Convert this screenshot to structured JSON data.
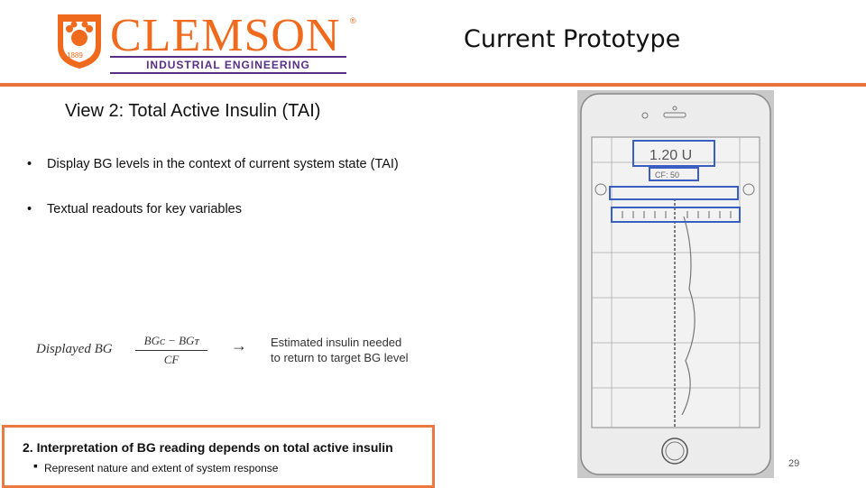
{
  "logo": {
    "wordmark": "CLEMSON",
    "registered": "®",
    "department": "INDUSTRIAL ENGINEERING",
    "year": "1889",
    "colors": {
      "orange": "#F06A1D",
      "purple": "#5A2D86"
    }
  },
  "slide": {
    "title": "Current Prototype",
    "subtitle": "View 2: Total Active Insulin (TAI)",
    "page_number": "29",
    "accent_color": "#E8743B"
  },
  "bullets": [
    "Display BG levels in the context of current system state (TAI)",
    "Textual readouts for key variables"
  ],
  "bullet_symbol": "•",
  "formula": {
    "label": "Displayed BG",
    "numerator": "BGᴄ − BGᴛ",
    "denominator": "CF",
    "arrow": "→",
    "note_line1": "Estimated insulin needed",
    "note_line2": "to return to target BG level"
  },
  "callout": {
    "heading": "2.  Interpretation of BG reading depends on total active insulin",
    "sub_bullet": "▪",
    "sub": "Represent nature and extent of system response",
    "border_color": "#EA7A41"
  },
  "sketch": {
    "readout": "1.20 U",
    "cf": "CF: 50",
    "highlight_color": "#3B5FC0"
  }
}
